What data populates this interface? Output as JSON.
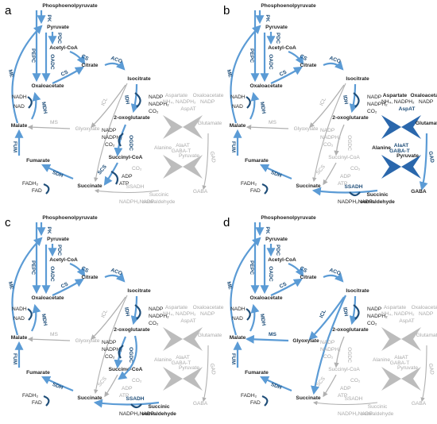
{
  "colors": {
    "active": "#5b9bd5",
    "active_dark": "#1f4e79",
    "inactive": "#b0b0b0",
    "text": "#222222"
  },
  "panels": [
    {
      "label": "a",
      "variant": "a"
    },
    {
      "label": "b",
      "variant": "b"
    },
    {
      "label": "c",
      "variant": "c"
    },
    {
      "label": "d",
      "variant": "d"
    }
  ],
  "metabolites": {
    "pep": "Phosphoenolpyruvate",
    "pyruvate": "Pyruvate",
    "acetyl_coa": "Acetyl-CoA",
    "citrate": "Citrate",
    "isocitrate": "Isocitrate",
    "oxaloacetate": "Oxaloacetate",
    "malate": "Malate",
    "fumarate": "Fumarate",
    "succinate": "Succinate",
    "two_og": "2-oxoglutarate",
    "succinyl_coa": "Succinyl-CoA",
    "glyoxylate": "Glyoxylate",
    "aspartate": "Aspartate",
    "oxaloacetate2": "Oxaloacetate",
    "glutamate": "Glutamate",
    "alanine": "Alanine",
    "pyruvate2": "Pyruvate",
    "gaba": "GABA",
    "ssa": "Succinic semialdehyde"
  },
  "enzymes": {
    "pk": "PK",
    "pepc": "PEPC",
    "pdc": "PDC",
    "oadc": "OADC",
    "cs": "CS",
    "aco": "ACO",
    "me": "ME",
    "mdh": "MDH",
    "fum": "FUM",
    "sdh": "SDH",
    "idh": "IDH",
    "icl": "ICL",
    "ms": "MS",
    "ogdc": "OGDC",
    "scs": "SCS",
    "ssadh": "SSADH",
    "aspat": "AspAT",
    "alaat": "AlaAT",
    "gabat": "GABA-T",
    "gad": "GAD"
  },
  "cofactors": {
    "nadh": "NADH",
    "nad": "NAD",
    "fadh2": "FADH₂",
    "fad": "FAD",
    "nadp": "NADP",
    "nadph2": "NADPH₂",
    "co2": "CO₂",
    "adp": "ADP",
    "atp": "ATP",
    "nh4": "NH₄",
    "ssadh_cof": "NADPH₂NADP"
  }
}
